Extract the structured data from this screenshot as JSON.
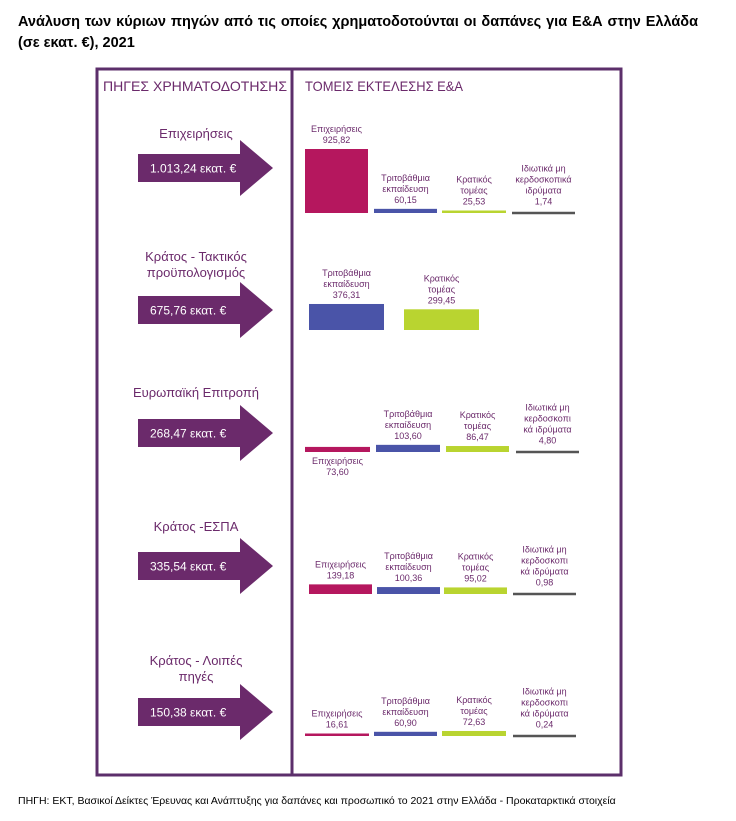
{
  "title": "Ανάλυση των κύριων πηγών από τις οποίες χρηματοδοτούνται οι δαπάνες για Ε&Α στην Ελλάδα (σε εκατ. €), 2021",
  "source": "ΠΗΓΗ: ΕΚΤ, Βασικοί Δείκτες Έρευνας και Ανάπτυξης για δαπάνες και προσωπικό το 2021 στην Ελλάδα - Προκαταρκτικά στοιχεία",
  "colors": {
    "frame": "#5c2f6b",
    "arrow": "#6b2a6b",
    "label_text": "#6b2a6b",
    "business": "#b5175e",
    "higher_education": "#4a54a8",
    "government": "#b9d430",
    "private_nonprofit": "#555555"
  },
  "chart_data": {
    "type": "bar",
    "headers": {
      "left": "ΠΗΓΕΣ ΧΡΗΜΑΤΟΔΟΤΗΣΗΣ",
      "right": "ΤΟΜΕΙΣ ΕΚΤΕΛΕΣΗΣ Ε&Α"
    },
    "sources": [
      {
        "name": [
          "Επιχειρήσεις"
        ],
        "total": "1.013,24 εκατ. €",
        "bars": [
          {
            "sector": "business",
            "label": [
              "Επιχειρήσεις",
              "925,82"
            ],
            "value": 925.82
          },
          {
            "sector": "higher_education",
            "label": [
              "Τριτοβάθμια",
              "εκπαίδευση",
              "60,15"
            ],
            "value": 60.15
          },
          {
            "sector": "government",
            "label": [
              "Κρατικός",
              "τομέας",
              "25,53"
            ],
            "value": 25.53
          },
          {
            "sector": "private_nonprofit",
            "label": [
              "Ιδιωτικά μη",
              "κερδοσκοπικά",
              "ιδρύματα",
              "1,74"
            ],
            "value": 1.74
          }
        ]
      },
      {
        "name": [
          "Κράτος - Τακτικός",
          "προϋπολογισμός"
        ],
        "total": "675,76 εκατ. €",
        "bars": [
          {
            "sector": "higher_education",
            "label": [
              "Τριτοβάθμια",
              "εκπαίδευση",
              "376,31"
            ],
            "value": 376.31
          },
          {
            "sector": "government",
            "label": [
              "Κρατικός",
              "τομέας",
              "299,45"
            ],
            "value": 299.45
          }
        ]
      },
      {
        "name": [
          "Ευρωπαϊκή Επιτροπή"
        ],
        "total": "268,47 εκατ. €",
        "bars": [
          {
            "sector": "business",
            "label": [
              "Επιχειρήσεις",
              "73,60"
            ],
            "value": 73.6
          },
          {
            "sector": "higher_education",
            "label": [
              "Τριτοβάθμια",
              "εκπαίδευση",
              "103,60"
            ],
            "value": 103.6
          },
          {
            "sector": "government",
            "label": [
              "Κρατικός",
              "τομέας",
              "86,47"
            ],
            "value": 86.47
          },
          {
            "sector": "private_nonprofit",
            "label": [
              "Ιδιωτικά μη",
              "κερδοσκοπι",
              "κά ιδρύματα",
              "4,80"
            ],
            "value": 4.8
          }
        ]
      },
      {
        "name": [
          "Κράτος -ΕΣΠΑ"
        ],
        "total": "335,54 εκατ. €",
        "bars": [
          {
            "sector": "business",
            "label": [
              "Επιχειρήσεις",
              "139,18"
            ],
            "value": 139.18
          },
          {
            "sector": "higher_education",
            "label": [
              "Τριτοβάθμια",
              "εκπαίδευση",
              "100,36"
            ],
            "value": 100.36
          },
          {
            "sector": "government",
            "label": [
              "Κρατικός",
              "τομέας",
              "95,02"
            ],
            "value": 95.02
          },
          {
            "sector": "private_nonprofit",
            "label": [
              "Ιδιωτικά μη",
              "κερδοσκοπι",
              "κά ιδρύματα",
              "0,98"
            ],
            "value": 0.98
          }
        ]
      },
      {
        "name": [
          "Κράτος - Λοιπές",
          "πηγές"
        ],
        "total": "150,38 εκατ. €",
        "bars": [
          {
            "sector": "business",
            "label": [
              "Επιχειρήσεις",
              "16,61"
            ],
            "value": 16.61
          },
          {
            "sector": "higher_education",
            "label": [
              "Τριτοβάθμια",
              "εκπαίδευση",
              "60,90"
            ],
            "value": 60.9
          },
          {
            "sector": "government",
            "label": [
              "Κρατικός",
              "τομέας",
              "72,63"
            ],
            "value": 72.63
          },
          {
            "sector": "private_nonprofit",
            "label": [
              "Ιδιωτικά μη",
              "κερδοσκοπι",
              "κά ιδρύματα",
              "0,24"
            ],
            "value": 0.24
          }
        ]
      }
    ]
  }
}
